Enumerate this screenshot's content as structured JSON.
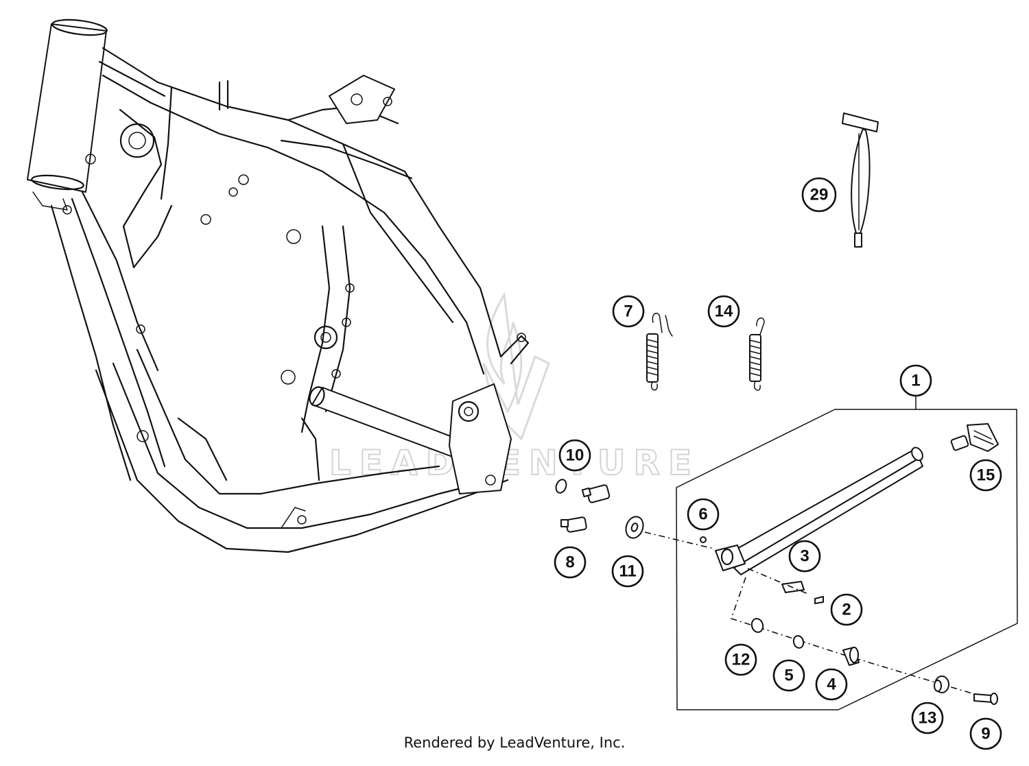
{
  "watermark_text": "LEADVENTURE",
  "footer_text": "Rendered by LeadVenture, Inc.",
  "callouts": [
    {
      "label": "1"
    },
    {
      "label": "2"
    },
    {
      "label": "3"
    },
    {
      "label": "4"
    },
    {
      "label": "5"
    },
    {
      "label": "6"
    },
    {
      "label": "7"
    },
    {
      "label": "8"
    },
    {
      "label": "9"
    },
    {
      "label": "10"
    },
    {
      "label": "11"
    },
    {
      "label": "12"
    },
    {
      "label": "13"
    },
    {
      "label": "14"
    },
    {
      "label": "15"
    },
    {
      "label": "29"
    }
  ],
  "icons": [
    "frame-drawing",
    "side-stand-drawing",
    "spring-drawing",
    "washer-drawing",
    "bolt-drawing",
    "pin-drawing",
    "tool-drawing",
    "watermark-logo"
  ]
}
